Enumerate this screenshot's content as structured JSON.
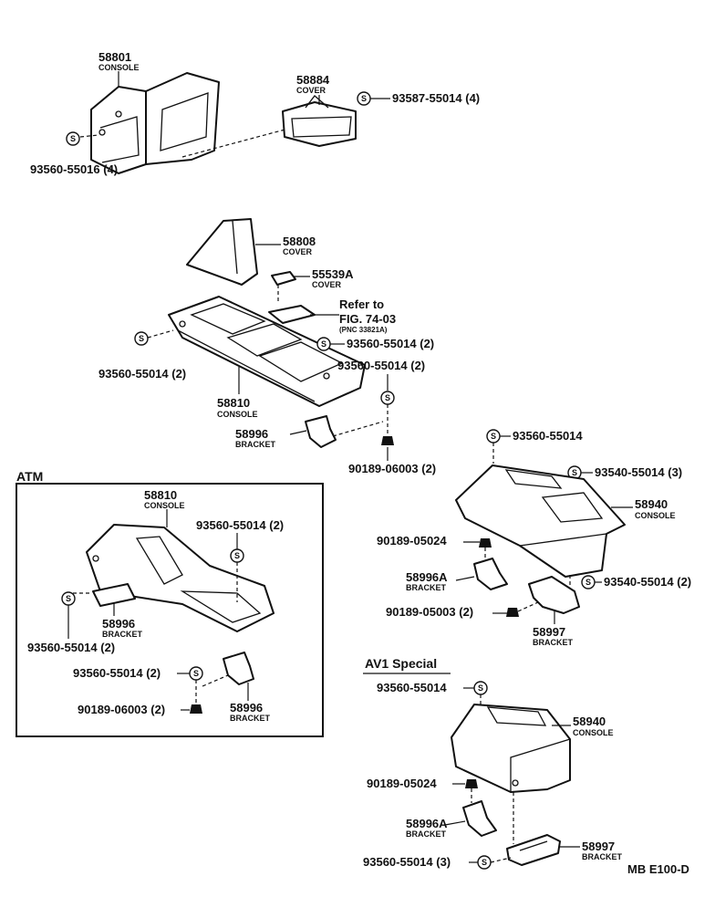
{
  "parts": {
    "p58801": {
      "number": "58801",
      "name": "CONSOLE"
    },
    "p58884": {
      "number": "58884",
      "name": "COVER"
    },
    "p93587_top": {
      "number": "93587-55014 (4)"
    },
    "p93560_top": {
      "number": "93560-55016 (4)"
    },
    "p58808": {
      "number": "58808",
      "name": "COVER"
    },
    "p55539A": {
      "number": "55539A",
      "name": "COVER"
    },
    "refer": {
      "line1": "Refer to",
      "line2": "FIG. 74-03",
      "line3": "(PNC 33821A)"
    },
    "p93560_mid_a": {
      "number": "93560-55014 (2)"
    },
    "p93560_mid_b": {
      "number": "93560-55014 (2)"
    },
    "p93560_mid_c": {
      "number": "93560-55014 (2)"
    },
    "p58810": {
      "number": "58810",
      "name": "CONSOLE"
    },
    "p58996": {
      "number": "58996",
      "name": "BRACKET"
    },
    "p90189_mid": {
      "number": "90189-06003 (2)"
    },
    "atm": {
      "title": "ATM",
      "console": {
        "number": "58810",
        "name": "CONSOLE"
      },
      "screw_a": {
        "number": "93560-55014 (2)"
      },
      "bracket_a": {
        "number": "58996",
        "name": "BRACKET"
      },
      "screw_b": {
        "number": "93560-55014 (2)"
      },
      "screw_c": {
        "number": "93560-55014 (2)"
      },
      "nut": {
        "number": "90189-06003 (2)"
      },
      "bracket_b": {
        "number": "58996",
        "name": "BRACKET"
      }
    },
    "right": {
      "screw_top": {
        "number": "93560-55014"
      },
      "screw_side": {
        "number": "93540-55014 (3)"
      },
      "console": {
        "number": "58940",
        "name": "CONSOLE"
      },
      "nut_a": {
        "number": "90189-05024"
      },
      "bracket_a": {
        "number": "58996A",
        "name": "BRACKET"
      },
      "screw_low": {
        "number": "93540-55014 (2)"
      },
      "nut_b": {
        "number": "90189-05003 (2)"
      },
      "bracket_b": {
        "number": "58997",
        "name": "BRACKET"
      }
    },
    "av1": {
      "title": "AV1 Special",
      "screw_top": {
        "number": "93560-55014"
      },
      "console": {
        "number": "58940",
        "name": "CONSOLE"
      },
      "nut": {
        "number": "90189-05024"
      },
      "bracket_a": {
        "number": "58996A",
        "name": "BRACKET"
      },
      "bracket_b": {
        "number": "58997",
        "name": "BRACKET"
      },
      "screw_low": {
        "number": "93560-55014 (3)"
      }
    }
  },
  "symbol_letter": "S",
  "figure_code": "MB E100-D"
}
